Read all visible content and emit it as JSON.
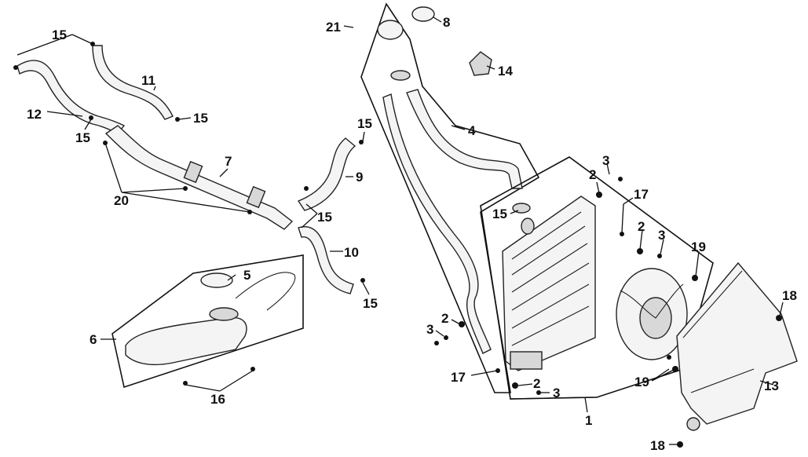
{
  "diagram": {
    "callouts": {
      "c1": "1",
      "c2a": "2",
      "c2b": "2",
      "c2c": "2",
      "c2d": "2",
      "c3a": "3",
      "c3b": "3",
      "c3c": "3",
      "c3d": "3",
      "c4": "4",
      "c5": "5",
      "c6": "6",
      "c7": "7",
      "c8": "8",
      "c9": "9",
      "c10": "10",
      "c11": "11",
      "c12": "12",
      "c13": "13",
      "c14": "14",
      "c15a": "15",
      "c15b": "15",
      "c15c": "15",
      "c15d": "15",
      "c15e": "15",
      "c15f": "15",
      "c15g": "15",
      "c16": "16",
      "c17a": "17",
      "c17b": "17",
      "c18a": "18",
      "c18b": "18",
      "c19a": "19",
      "c19b": "19",
      "c20": "20",
      "c21": "21"
    }
  }
}
